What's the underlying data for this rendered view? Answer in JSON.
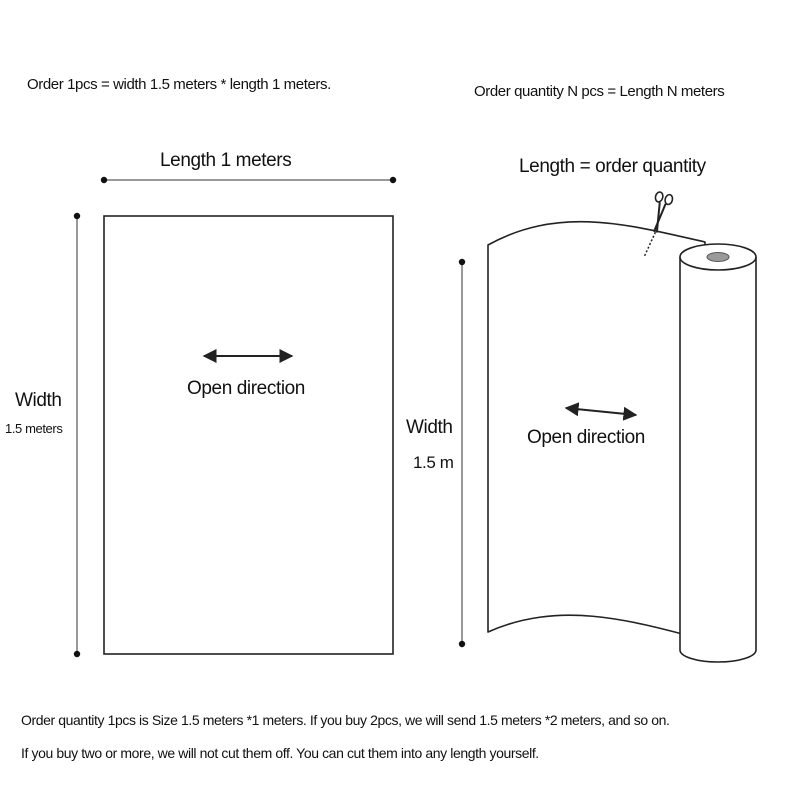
{
  "header": {
    "left_note": "Order 1pcs = width 1.5 meters * length 1 meters.",
    "right_note": "Order quantity N pcs = Length N meters"
  },
  "sheet": {
    "length_label": "Length 1 meters",
    "width_label": "Width",
    "width_value": "1.5 meters",
    "open_direction": "Open direction"
  },
  "roll": {
    "length_label": "Length = order quantity",
    "width_label": "Width",
    "width_value": "1.5 m",
    "open_direction": "Open direction",
    "cut_tool_icon": "scissors-icon"
  },
  "footer": {
    "line1": "Order quantity 1pcs is Size 1.5 meters *1 meters. If you buy 2pcs, we will send 1.5 meters *2 meters, and so on.",
    "line2": "If you buy two or more, we will not cut them off. You can cut them into any length yourself."
  },
  "colors": {
    "stroke": "#222222",
    "text": "#111111",
    "roll_core": "#9a9a9a"
  }
}
